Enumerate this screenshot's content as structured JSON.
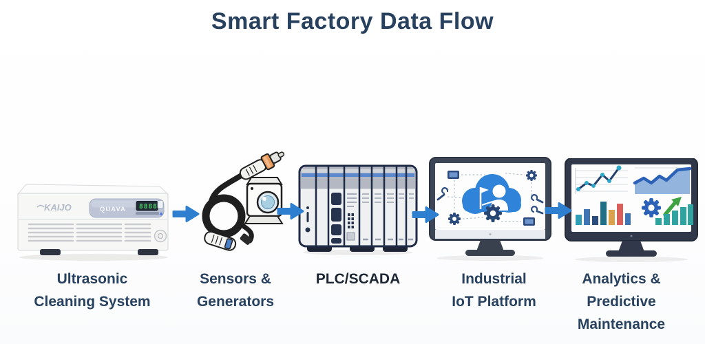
{
  "title": "Smart Factory Data Flow",
  "colors": {
    "background": "#ffffff",
    "title_text": "#27415e",
    "label_text": "#27415e",
    "plc_label_text": "#1d2733",
    "arrow_blue": "#2e7fd0",
    "cloud_blue": "#2f83d8",
    "icon_navy": "#2b4a7e",
    "display_green": "#4ad06a",
    "chart_teal": "#2f9db8",
    "chart_orange": "#dca14b",
    "chart_red": "#d9605a",
    "chart_green": "#3fa343"
  },
  "flow": {
    "direction": "left-to-right",
    "arrow_count": 4
  },
  "stages": [
    {
      "id": "ultrasonic-cleaning-system",
      "icon": "ultrasonic-generator-illustration",
      "label_lines": [
        "Ultrasonic",
        "Cleaning System"
      ],
      "device": {
        "brand": "KAIJO",
        "model": "QUAVA",
        "display_value": "8888"
      }
    },
    {
      "id": "sensors-generators",
      "icon": "sensor-cable-illustration",
      "label_lines": [
        "Sensors &",
        "Generators"
      ]
    },
    {
      "id": "plc-scada",
      "icon": "plc-rack-illustration",
      "label_lines": [
        "PLC/SCADA"
      ]
    },
    {
      "id": "industrial-iot-platform",
      "icon": "iot-cloud-monitor-illustration",
      "label_lines": [
        "Industrial",
        "IoT Platform"
      ]
    },
    {
      "id": "analytics-predictive-maintenance",
      "icon": "analytics-dashboard-monitor-illustration",
      "label_lines": [
        "Analytics &",
        "Predictive",
        "Maintenance"
      ]
    }
  ]
}
